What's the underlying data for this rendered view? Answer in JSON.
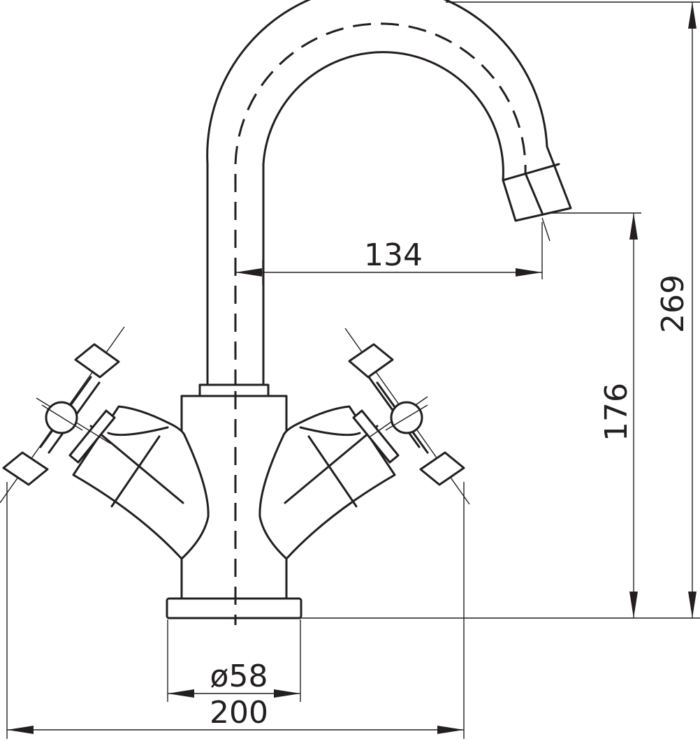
{
  "dimensions": {
    "spout_reach": "134",
    "spout_height": "176",
    "total_height": "269",
    "base_diameter": "ø58",
    "total_width": "200"
  },
  "colors": {
    "line": "#231f20",
    "background": "#ffffff"
  }
}
